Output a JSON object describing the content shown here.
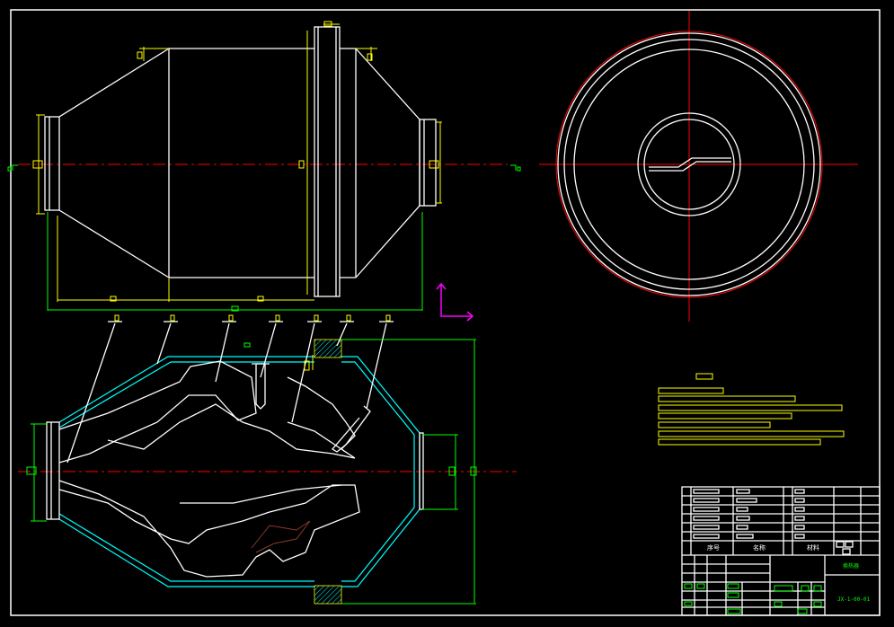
{
  "drawing": {
    "colors": {
      "background": "#000000",
      "outline": "#ffffff",
      "dimension": "#ffff00",
      "centerline": "#ff0000",
      "insulation": "#00ffff",
      "extension": "#00ff00",
      "axis_marker": "#ff00ff"
    },
    "title_block": {
      "header_cells": [
        "序号",
        "名称",
        "材料"
      ],
      "title_text": "换热器",
      "drawing_number": "JX-1-00-01"
    },
    "views": [
      "front-view",
      "side-view",
      "section-view"
    ]
  }
}
